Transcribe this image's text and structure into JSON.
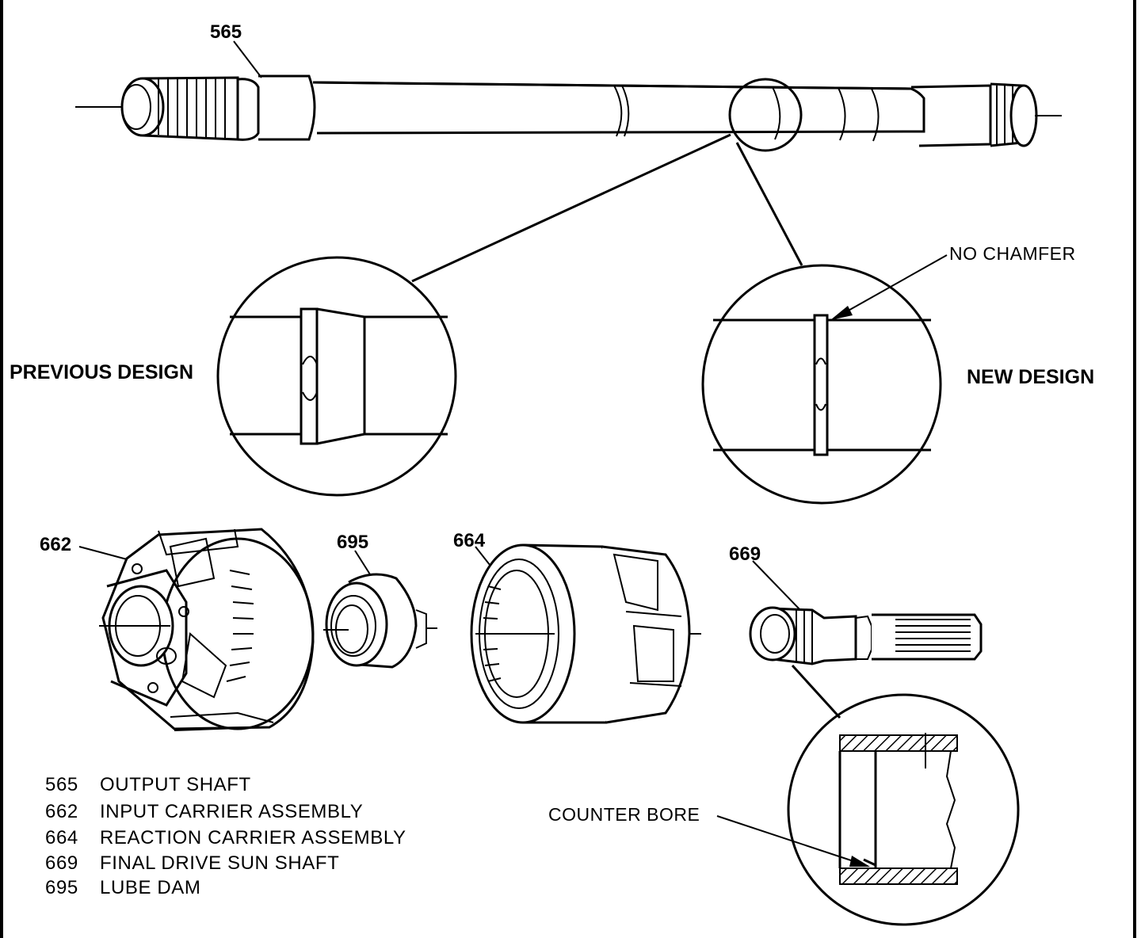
{
  "callouts": {
    "output_shaft": "565",
    "input_carrier": "662",
    "lube_dam": "695",
    "reaction_carrier": "664",
    "sun_shaft": "669"
  },
  "labels": {
    "previous_design": "PREVIOUS DESIGN",
    "new_design": "NEW DESIGN",
    "no_chamfer": "NO CHAMFER",
    "counter_bore": "COUNTER BORE"
  },
  "legend": [
    {
      "code": "565",
      "text": "OUTPUT SHAFT"
    },
    {
      "code": "662",
      "text": "INPUT CARRIER ASSEMBLY"
    },
    {
      "code": "664",
      "text": "REACTION CARRIER ASSEMBLY"
    },
    {
      "code": "669",
      "text": "FINAL DRIVE SUN SHAFT"
    },
    {
      "code": "695",
      "text": "LUBE DAM"
    }
  ]
}
